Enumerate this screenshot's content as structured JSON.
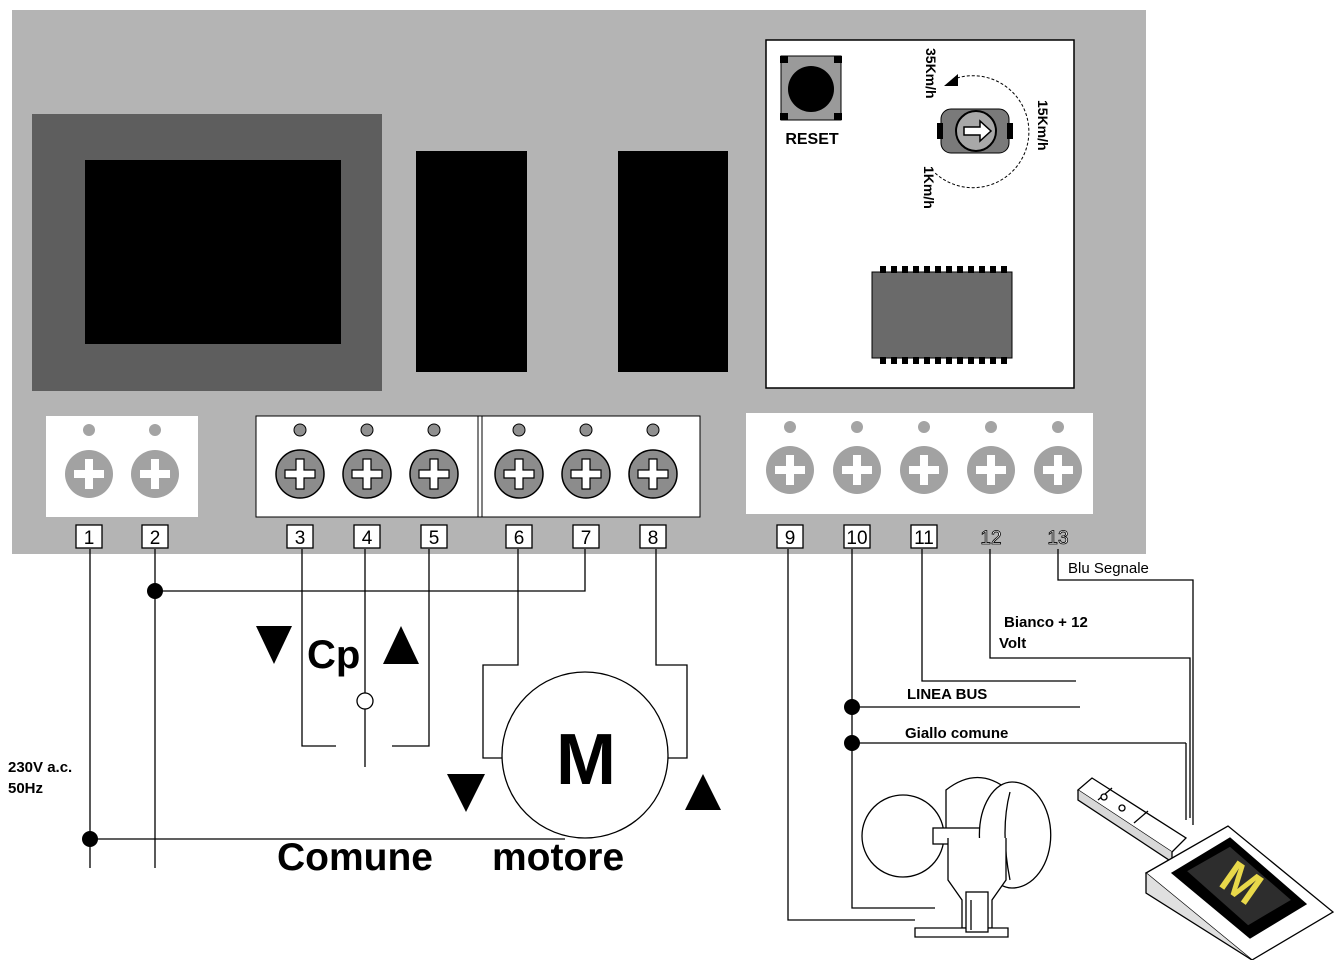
{
  "board": {
    "reset_label": "RESET",
    "speed_high": "35Km/h",
    "speed_mid": "15Km/h",
    "speed_low": "1Km/h"
  },
  "terminals": [
    "1",
    "2",
    "3",
    "4",
    "5",
    "6",
    "7",
    "8",
    "9",
    "10",
    "11",
    "12",
    "13"
  ],
  "wiring": {
    "cp_label": "Cp",
    "motor_label": "M",
    "comune_label": "Comune",
    "motore_label": "motore",
    "supply_line1": "230V a.c.",
    "supply_line2": "50Hz",
    "blu_label": "Blu Segnale",
    "bianco_line1": "Bianco + 12",
    "bianco_line2": "Volt",
    "bus_label": "LINEA BUS",
    "giallo_label": "Giallo comune"
  }
}
